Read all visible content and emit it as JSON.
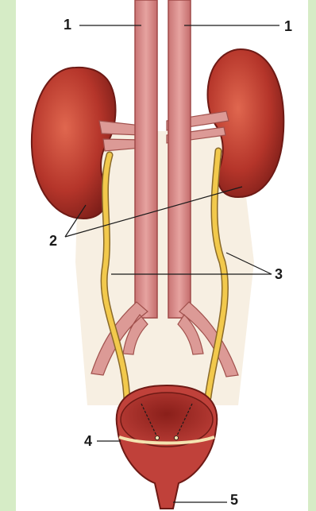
{
  "labels": {
    "l1_left": "1",
    "l1_right": "1",
    "l2": "2",
    "l3": "3",
    "l4": "4",
    "l5": "5"
  },
  "colors": {
    "background": "#d6ecc6",
    "panel": "#ffffff",
    "kidney": "#b23a2c",
    "vessel": "#d98b8b",
    "ureter": "#f2c94c",
    "bladder": "#b0302a"
  }
}
